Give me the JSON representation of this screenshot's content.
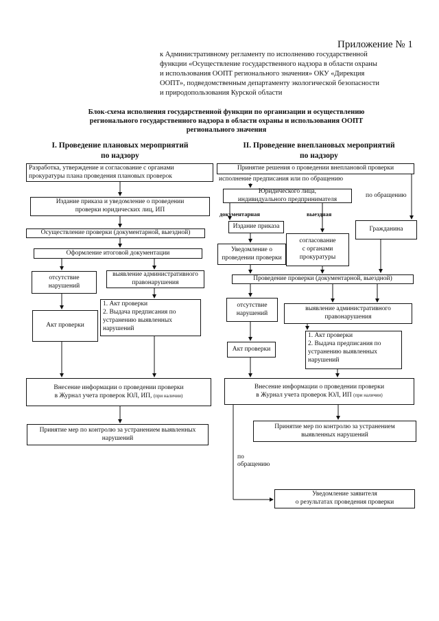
{
  "header": {
    "appendix": "Приложение № 1",
    "lines": [
      "к Административному регламенту по исполнению государственной",
      "функции «Осуществление государственного надзора в области охраны",
      "и использования ООПТ регионального значения» ОКУ «Дирекция",
      "ООПТ», подведомственным департаменту экологической безопасности",
      "и природопользования Курской области"
    ]
  },
  "title": {
    "lines": [
      "Блок-схема исполнения государственной функции по организации и осуществлению",
      "регионального государственного надзора в области охраны и использования ООПТ",
      "регионального значения"
    ]
  },
  "left": {
    "heading": [
      "I. Проведение плановых мероприятий",
      "по надзору"
    ],
    "box1": "Разработка, утверждение и согласование с органами\nпрокуратуры плана проведения плановых проверок",
    "box2": "Издание приказа и уведомление о проведении\nпроверки юридических лиц, ИП",
    "box3": "Осуществление проверки (документарной, выездной)",
    "box4": "Оформление итоговой документации",
    "box5": "отсутствие\nнарушений",
    "box6": "выявление административного\nправонарушения",
    "box7": "Акт проверки",
    "box8": "1. Акт проверки\n2. Выдача предписания по\nустранению выявленных\nнарушений",
    "box9_line1": "Внесение информации о проведении проверки",
    "box9_line2": "в Журнал учета проверок ЮЛ, ИП,",
    "box9_small": "(при наличии)",
    "box10": "Принятие мер по контролю за устранением выявленных\nнарушений"
  },
  "right": {
    "heading": [
      "II. Проведение внеплановых мероприятий",
      "по надзору"
    ],
    "box1": "Принятие решения о проведении внеплановой проверки",
    "label_branch": "исполнение предписания или по обращению",
    "box2": "Юридического лица,\nиндивидуального предпринимателя",
    "label_request": "по обращению",
    "label_doc": "документарная",
    "label_field": "выездная",
    "box3": "Издание приказа",
    "box4": "согласование\nс органами\nпрокуратуры",
    "box5": "Гражданина",
    "box6": "Уведомление о\nпроведении проверки",
    "box7": "Проведение проверки (документарной, выездной)",
    "box8": "отсутствие\nнарушений",
    "box9": "выявление административного\nправонарушения",
    "box10": "1. Акт проверки\n2. Выдача предписания по\nустранению выявленных\nнарушений",
    "box11": "Акт проверки",
    "box12_line1": "Внесение информации о проведении проверки",
    "box12_line2": "в Журнал учета проверок ЮЛ, ИП",
    "box12_small": "(при наличии)",
    "box13": "Принятие мер по контролю за устранением\nвыявленных нарушений",
    "label_request2": "по\nобращению",
    "box14": "Уведомление заявителя\nо результатах проведения проверки"
  }
}
